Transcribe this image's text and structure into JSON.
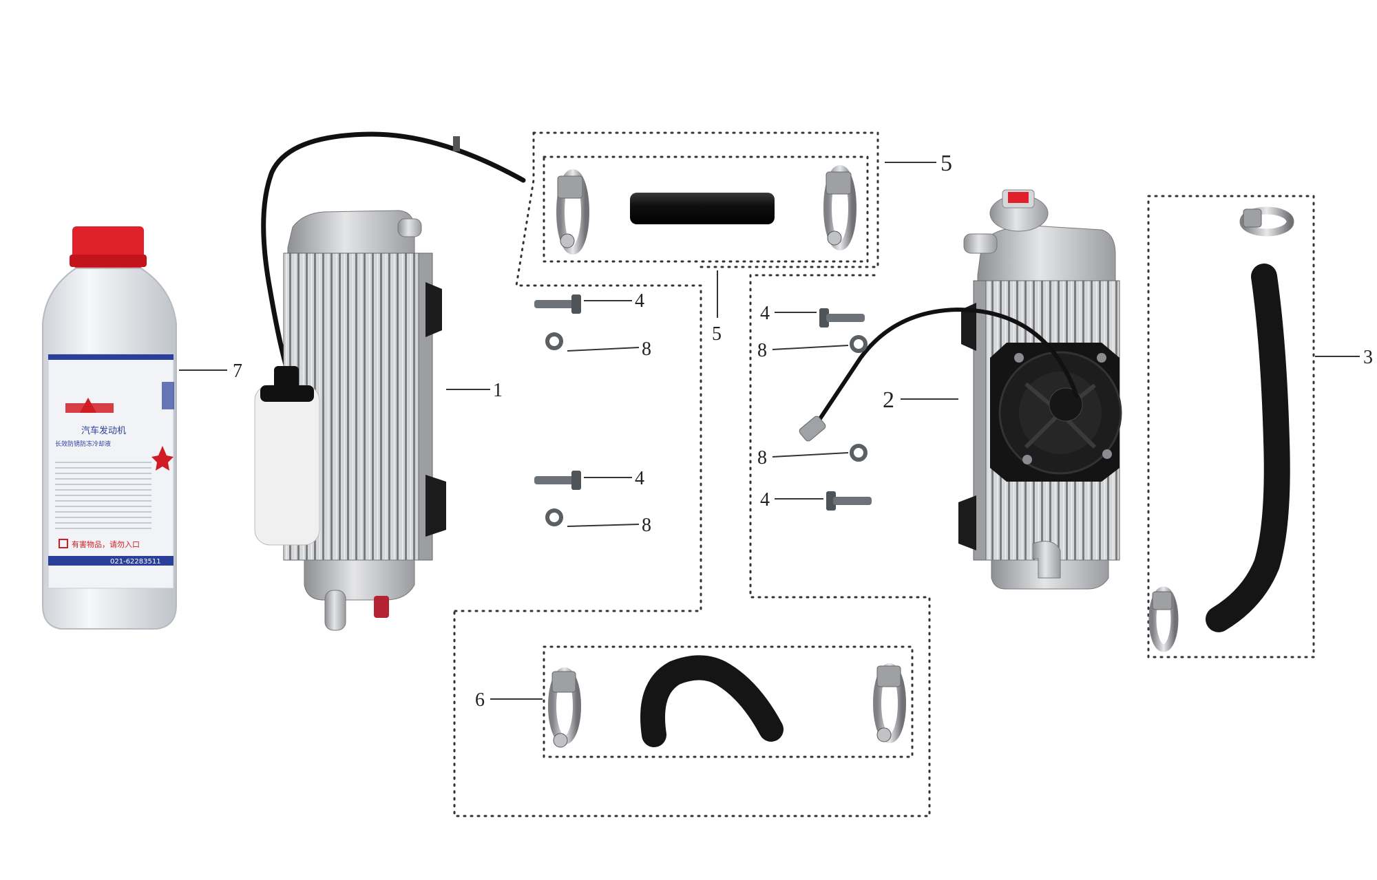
{
  "callouts": {
    "radiator_left": "1",
    "radiator_right": "2",
    "lower_hose_right": "3",
    "bolt_top_left": "4",
    "bolt_mid_left": "4",
    "bolt_top_right": "4",
    "bolt_bottom_right": "4",
    "upper_hose_kit": "5",
    "upper_hose_kit_lower": "5",
    "joint_hose_kit": "6",
    "coolant_bottle": "7",
    "washer_top_left": "8",
    "washer_mid_left": "8",
    "washer_top_right": "8",
    "washer_mid_right": "8"
  },
  "bottle_label": {
    "line1": "汽车发动机",
    "line2": "长效防锈防冻冷却液",
    "warning": "有害物品，请勿入口",
    "phone": "021-62283511"
  },
  "colors": {
    "cap_red": "#e0202a",
    "label_blue": "#2a3f9a",
    "hose_black": "#141414",
    "aluminium": "#c9cacc"
  }
}
